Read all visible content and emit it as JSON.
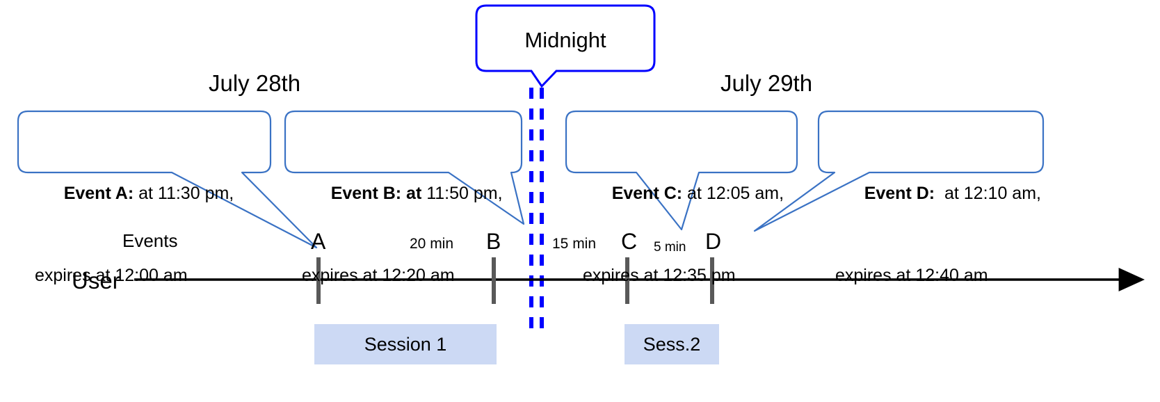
{
  "diagram": {
    "title_callout": {
      "label": "Midnight",
      "border_color": "#0000ff"
    },
    "dates": [
      {
        "label": "July 28th"
      },
      {
        "label": "July 29th"
      }
    ],
    "row_labels": {
      "events": "Events",
      "user": "User"
    },
    "event_callouts": [
      {
        "id": "event-a",
        "lead": "Event A:",
        "line1_rest": " at 11:30 pm,",
        "line2": "expires at 12:00 am",
        "border_color": "#3a72c4"
      },
      {
        "id": "event-b",
        "lead": "Event B: at",
        "line1_rest": " 11:50 pm,",
        "line2": "expires at 12:20 am",
        "border_color": "#3a72c4"
      },
      {
        "id": "event-c",
        "lead": "Event C:",
        "line1_rest": " at 12:05 am,",
        "line2": "expires at 12:35 pm",
        "border_color": "#3a72c4"
      },
      {
        "id": "event-d",
        "lead": "Event D:",
        "line1_rest": "  at 12:10 am,",
        "line2": "expires at 12:40 am",
        "border_color": "#3a72c4"
      }
    ],
    "markers": [
      {
        "letter": "A"
      },
      {
        "letter": "B"
      },
      {
        "letter": "C"
      },
      {
        "letter": "D"
      }
    ],
    "gaps": [
      {
        "label": "20 min"
      },
      {
        "label": "15 min"
      },
      {
        "label": "5 min"
      }
    ],
    "sessions": [
      {
        "label": "Session 1",
        "color": "#ccd9f4"
      },
      {
        "label": "Sess.2",
        "color": "#ccd9f4"
      }
    ],
    "colors": {
      "callout_border": "#3a72c4",
      "midnight_blue": "#0000ff",
      "timeline": "#000000",
      "tick": "#595959",
      "session_fill": "#ccd9f4"
    }
  }
}
